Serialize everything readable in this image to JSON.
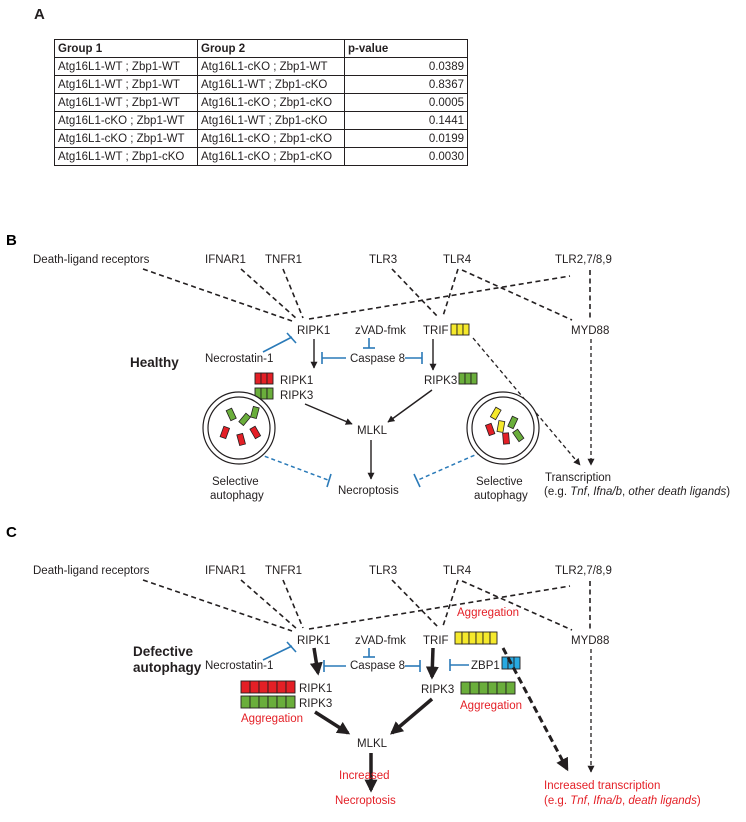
{
  "panels": {
    "a": "A",
    "b": "B",
    "c": "C"
  },
  "table": {
    "headers": [
      "Group 1",
      "Group 2",
      "p-value"
    ],
    "rows": [
      [
        "Atg16L1-WT ; Zbp1-WT",
        "Atg16L1-cKO ; Zbp1-WT",
        "0.0389"
      ],
      [
        "Atg16L1-WT ; Zbp1-WT",
        "Atg16L1-WT ; Zbp1-cKO",
        "0.8367"
      ],
      [
        "Atg16L1-WT ; Zbp1-WT",
        "Atg16L1-cKO ; Zbp1-cKO",
        "0.0005"
      ],
      [
        "Atg16L1-cKO ; Zbp1-WT",
        "Atg16L1-WT ; Zbp1-cKO",
        "0.1441"
      ],
      [
        "Atg16L1-cKO ; Zbp1-WT",
        "Atg16L1-cKO ; Zbp1-cKO",
        "0.0199"
      ],
      [
        "Atg16L1-WT ; Zbp1-cKO",
        "Atg16L1-cKO ; Zbp1-cKO",
        "0.0030"
      ]
    ]
  },
  "diagram_b": {
    "condition": "Healthy",
    "receptors": {
      "death_ligand": "Death-ligand receptors",
      "ifnar1": "IFNAR1",
      "tnfr1": "TNFR1",
      "tlr3": "TLR3",
      "tlr4": "TLR4",
      "tlr2789": "TLR2,7/8,9"
    },
    "nodes": {
      "ripk1": "RIPK1",
      "zvad": "zVAD-fmk",
      "trif": "TRIF",
      "myd88": "MYD88",
      "necrostatin": "Necrostatin-1",
      "caspase8": "Caspase 8",
      "complex_ripk1": "RIPK1",
      "complex_ripk3": "RIPK3",
      "ripk3": "RIPK3",
      "mlkl": "MLKL",
      "necroptosis": "Necroptosis"
    },
    "autophagy_left": [
      "Selective",
      "autophagy"
    ],
    "autophagy_right": [
      "Selective",
      "autophagy"
    ],
    "transcription": "Transcription",
    "transcription_detail": {
      "prefix": "(e.g. ",
      "genes1": "Tnf",
      "sep1": ", ",
      "genes2": "Ifna/b",
      "sep2": ", ",
      "genes3": "other death ligands",
      "suffix": ")"
    }
  },
  "diagram_c": {
    "condition": [
      "Defective",
      "autophagy"
    ],
    "receptors": {
      "death_ligand": "Death-ligand receptors",
      "ifnar1": "IFNAR1",
      "tnfr1": "TNFR1",
      "tlr3": "TLR3",
      "tlr4": "TLR4",
      "tlr2789": "TLR2,7/8,9"
    },
    "nodes": {
      "ripk1": "RIPK1",
      "zvad": "zVAD-fmk",
      "trif": "TRIF",
      "myd88": "MYD88",
      "necrostatin": "Necrostatin-1",
      "caspase8": "Caspase 8",
      "zbp1": "ZBP1",
      "complex_ripk1": "RIPK1",
      "complex_ripk3": "RIPK3",
      "ripk3": "RIPK3",
      "mlkl": "MLKL"
    },
    "aggregation_top": "Aggregation",
    "aggregation_left": "Aggregation",
    "aggregation_right": "Aggregation",
    "increased_necroptosis": [
      "Increased",
      "Necroptosis"
    ],
    "increased_transcription": "Increased transcription",
    "transcription_detail": {
      "prefix": "(e.g. ",
      "genes1": "Tnf",
      "sep1": ", ",
      "genes2": "Ifna/b",
      "sep2": ", ",
      "genes3": "death ligands",
      "suffix": ")"
    }
  },
  "colors": {
    "text": "#231f20",
    "inhibit": "#2a7ab8",
    "red_block": "#e41f26",
    "green_block": "#6aae3b",
    "yellow_block": "#f5e92c",
    "blue_block": "#27a9e1",
    "highlight_text": "#e41f26"
  }
}
